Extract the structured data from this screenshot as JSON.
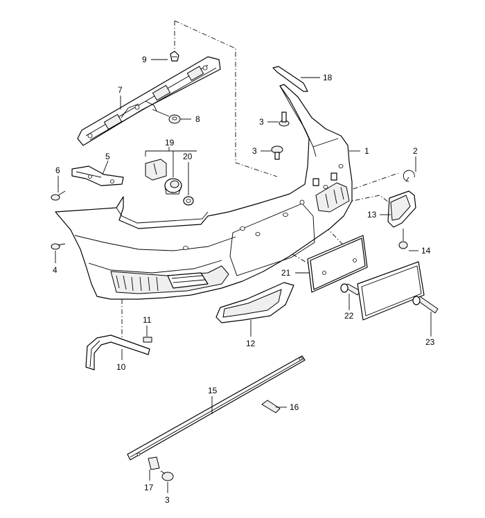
{
  "callouts": {
    "c1": "1",
    "c2": "2",
    "c3a": "3",
    "c3b": "3",
    "c3c": "3",
    "c4": "4",
    "c5": "5",
    "c6": "6",
    "c7": "7",
    "c8": "8",
    "c9": "9",
    "c10": "10",
    "c11": "11",
    "c12": "12",
    "c13": "13",
    "c14": "14",
    "c15": "15",
    "c16": "16",
    "c17": "17",
    "c18": "18",
    "c19": "19",
    "c20": "20",
    "c21": "21",
    "c22": "22",
    "c23": "23"
  }
}
